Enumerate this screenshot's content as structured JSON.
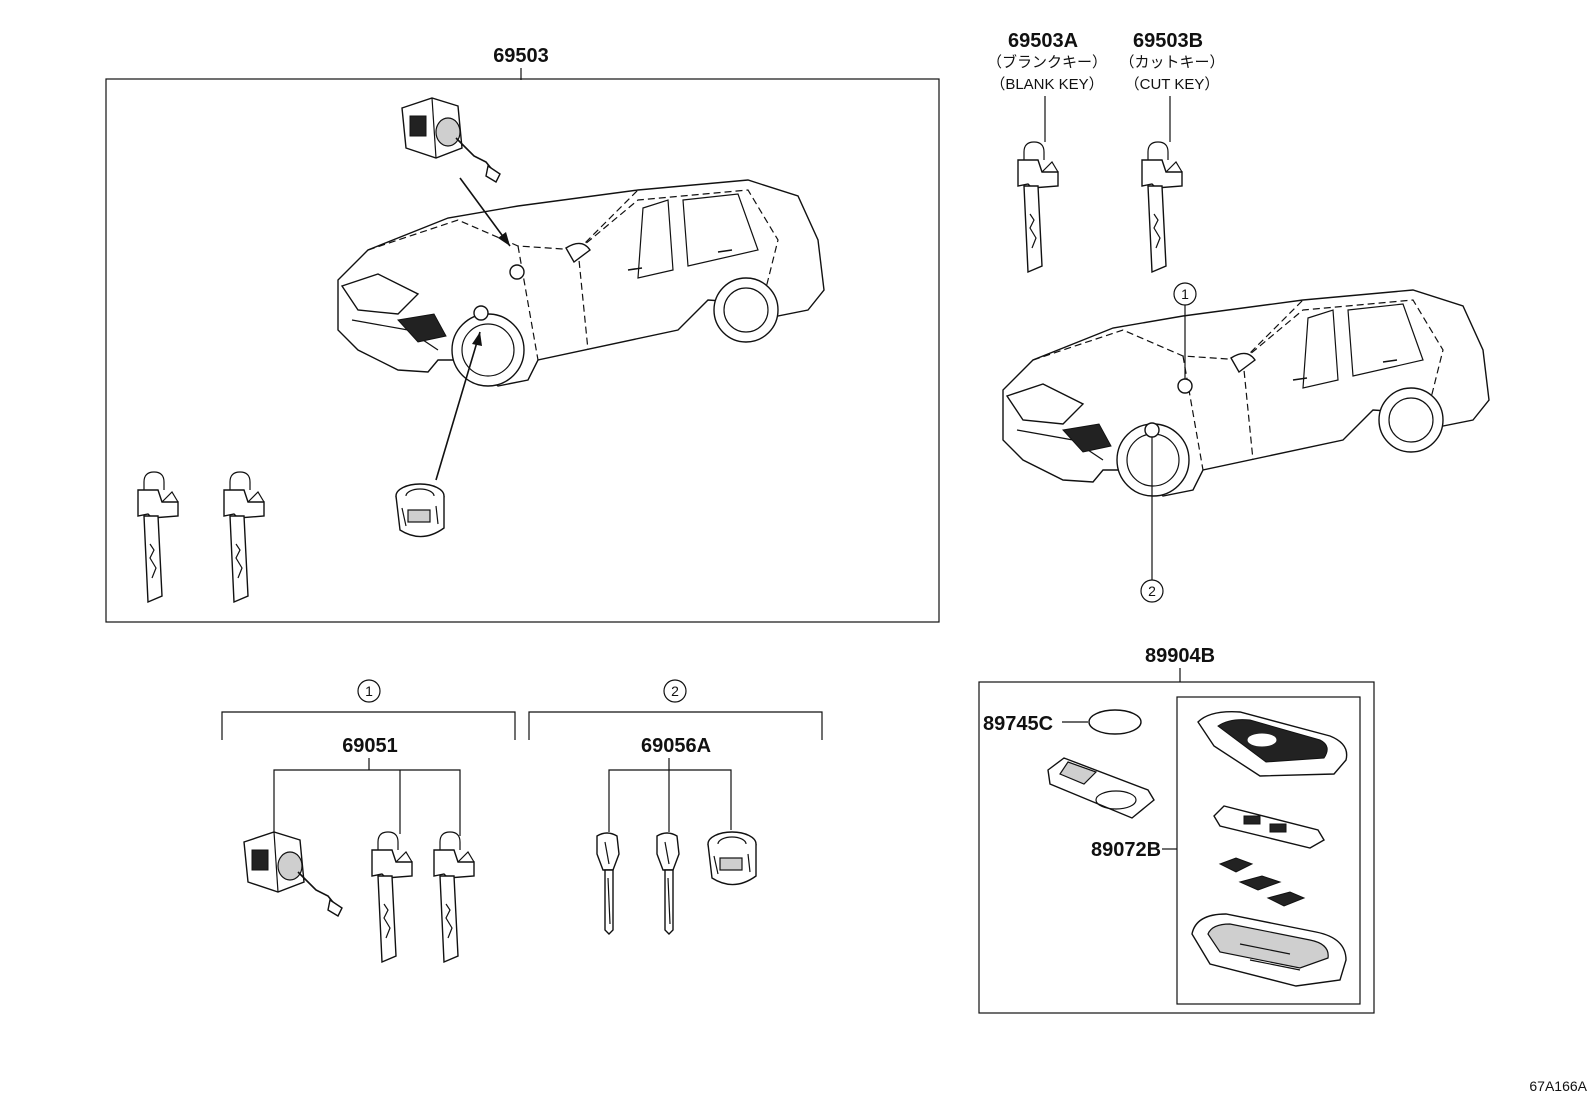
{
  "labels": {
    "assembly": "69503",
    "blank_key_pn": "69503A",
    "blank_key_jp": "（ブランクキー）",
    "blank_key_en": "（BLANK KEY）",
    "cut_key_pn": "69503B",
    "cut_key_jp": "（カットキー）",
    "cut_key_en": "（CUT KEY）",
    "set_1_pn": "69051",
    "set_2_pn": "69056A",
    "transmitter_pn": "89904B",
    "battery_pn": "89745C",
    "case_pn": "89072B",
    "circle_1": "1",
    "circle_2": "2",
    "diagram_code": "67A166A"
  },
  "icons": [
    "car-icon",
    "key-icon",
    "lock-cylinder-icon",
    "door-lock-icon",
    "battery-icon",
    "key-fob-icon"
  ]
}
